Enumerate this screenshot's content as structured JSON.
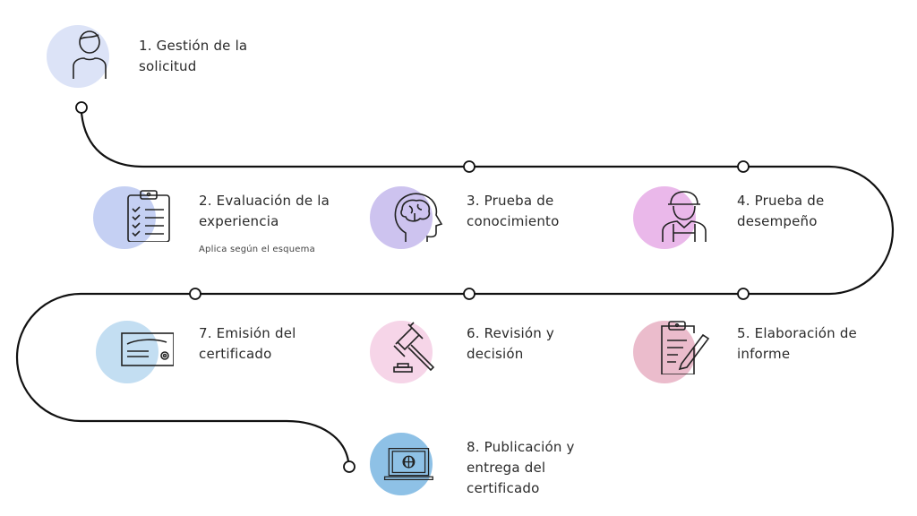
{
  "colors": {
    "line": "#111111",
    "step1": "#dce3f7",
    "step2": "#c5d0f3",
    "step3": "#cdc3ef",
    "step4": "#eab8ea",
    "step5": "#ebbccc",
    "step6": "#f6d5e8",
    "step7": "#c3def2",
    "step8": "#8ec1e6"
  },
  "steps": [
    {
      "icon": "person-icon",
      "lines": [
        "1. Gestión de la",
        "solicitud"
      ]
    },
    {
      "icon": "clipboard-checklist-icon",
      "lines": [
        "2. Evaluación de la",
        "experiencia"
      ],
      "note": "Aplica según el esquema"
    },
    {
      "icon": "brain-head-icon",
      "lines": [
        "3. Prueba de",
        "conocimiento"
      ]
    },
    {
      "icon": "worker-hardhat-icon",
      "lines": [
        "4. Prueba de",
        "desempeño"
      ]
    },
    {
      "icon": "clipboard-pencil-icon",
      "lines": [
        "5. Elaboración de",
        "informe"
      ]
    },
    {
      "icon": "gavel-icon",
      "lines": [
        "6. Revisión y",
        "decisión"
      ]
    },
    {
      "icon": "certificate-icon",
      "lines": [
        "7. Emisión del",
        "certificado"
      ]
    },
    {
      "icon": "laptop-globe-icon",
      "lines": [
        "8. Publicación y",
        "entrega del",
        "certificado"
      ]
    }
  ]
}
